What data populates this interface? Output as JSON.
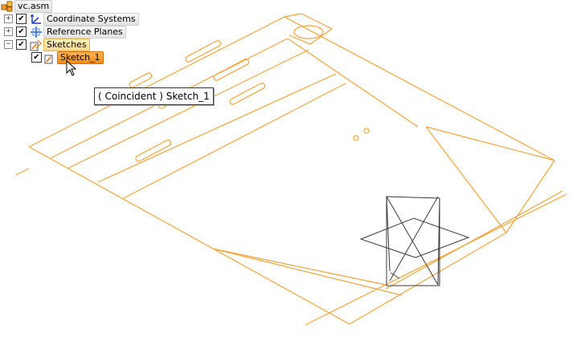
{
  "tree": {
    "root": {
      "label": "vc.asm",
      "icon": "assembly-icon"
    },
    "items": [
      {
        "label": "Coordinate Systems",
        "checked": true,
        "expander": "+",
        "icon": "coordinate-systems-icon"
      },
      {
        "label": "Reference Planes",
        "checked": true,
        "expander": "+",
        "icon": "reference-planes-icon"
      },
      {
        "label": "Sketches",
        "checked": true,
        "expander": "−",
        "icon": "sketches-icon"
      },
      {
        "label": "Sketch_1",
        "checked": true,
        "icon": "sketch-icon"
      }
    ]
  },
  "tooltip": {
    "text": "( Coincident ) Sketch_1"
  },
  "colors": {
    "geometry": "#f5a43a",
    "sketch": "#3a3a3a",
    "selection": "#f08a12"
  },
  "cursor": "arrow-cursor-icon"
}
